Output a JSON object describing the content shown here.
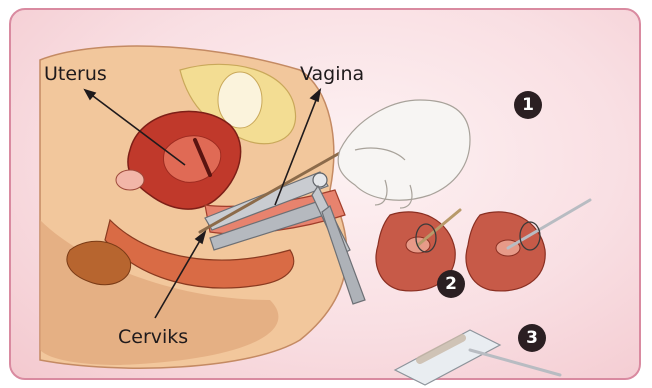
{
  "labels": {
    "uterus": "Uterus",
    "vagina": "Vagina",
    "cervix": "Cerviks"
  },
  "steps": [
    "1",
    "2",
    "3"
  ],
  "colors": {
    "frame_border": "#d98aa0",
    "background": "#f9dfe3",
    "tissue": "#c0392b",
    "skin": "#e8b48a",
    "instrument": "#b8bcc2",
    "badge": "#2b1f22"
  }
}
